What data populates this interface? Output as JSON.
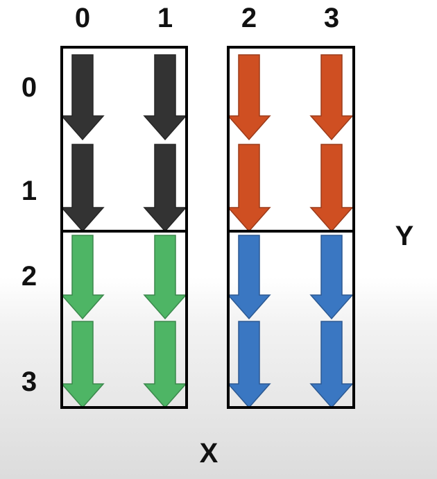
{
  "column_labels": [
    "0",
    "1",
    "2",
    "3"
  ],
  "row_labels": [
    "0",
    "1",
    "2",
    "3"
  ],
  "axis": {
    "x_label": "X",
    "y_label": "Y"
  },
  "colors": {
    "outline": "#000000",
    "dark": "#333333",
    "orange": "#cf4f22",
    "green": "#4eb565",
    "blue": "#3a77c2"
  },
  "blocks": [
    {
      "name": "block-top-left",
      "color": "dark",
      "cols": [
        0,
        1
      ],
      "rows": [
        0,
        1
      ]
    },
    {
      "name": "block-top-right",
      "color": "orange",
      "cols": [
        2,
        3
      ],
      "rows": [
        0,
        1
      ]
    },
    {
      "name": "block-bottom-left",
      "color": "green",
      "cols": [
        0,
        1
      ],
      "rows": [
        2,
        3
      ]
    },
    {
      "name": "block-bottom-right",
      "color": "blue",
      "cols": [
        2,
        3
      ],
      "rows": [
        2,
        3
      ]
    }
  ],
  "arrow_direction": "down"
}
